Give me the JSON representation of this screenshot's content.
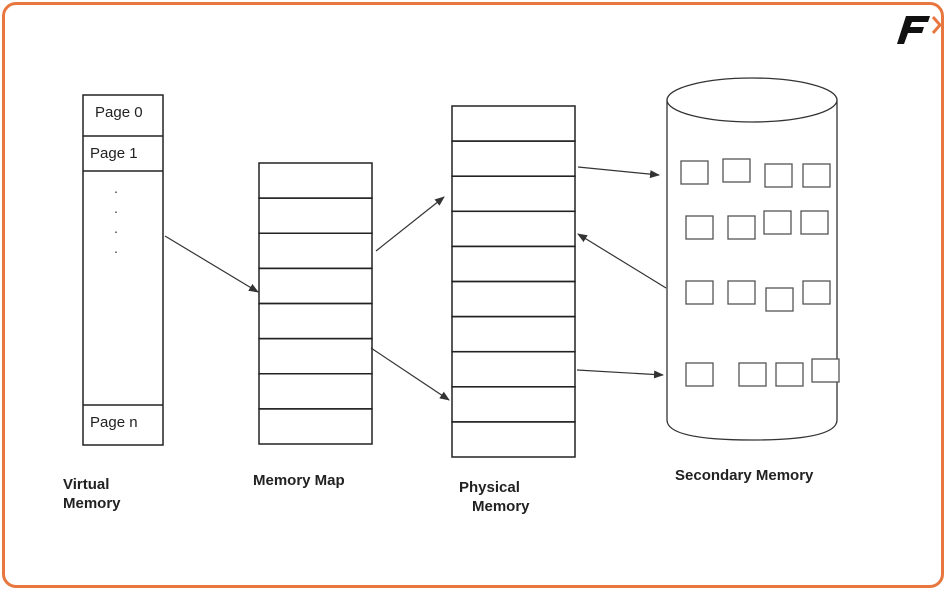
{
  "title": "Virtual Memory Paging Diagram",
  "brand": {
    "logo": "F-arrow-logo",
    "primary_color": "#111111",
    "accent_color": "#e8773f"
  },
  "frame_color": "#e8773f",
  "virtual_memory": {
    "label_line1": "Virtual",
    "label_line2": "Memory",
    "pages": [
      "Page 0",
      "Page 1",
      "Page n"
    ],
    "ellipsis_dots": [
      ".",
      ".",
      ".",
      "."
    ]
  },
  "memory_map": {
    "label": "Memory Map",
    "rows": 8
  },
  "physical_memory": {
    "label_line1": "Physical",
    "label_line2": "Memory",
    "frames": 10
  },
  "secondary_memory": {
    "label": "Secondary Memory",
    "shape": "cylinder",
    "block_rows": [
      4,
      4,
      4,
      4
    ]
  },
  "arrows": [
    {
      "from": "virtual_memory",
      "to": "memory_map"
    },
    {
      "from": "memory_map",
      "to": "physical_memory"
    },
    {
      "from": "memory_map",
      "to": "physical_memory"
    },
    {
      "from": "physical_memory",
      "to": "secondary_memory"
    },
    {
      "from": "secondary_memory",
      "to": "physical_memory"
    },
    {
      "from": "physical_memory",
      "to": "secondary_memory"
    }
  ]
}
